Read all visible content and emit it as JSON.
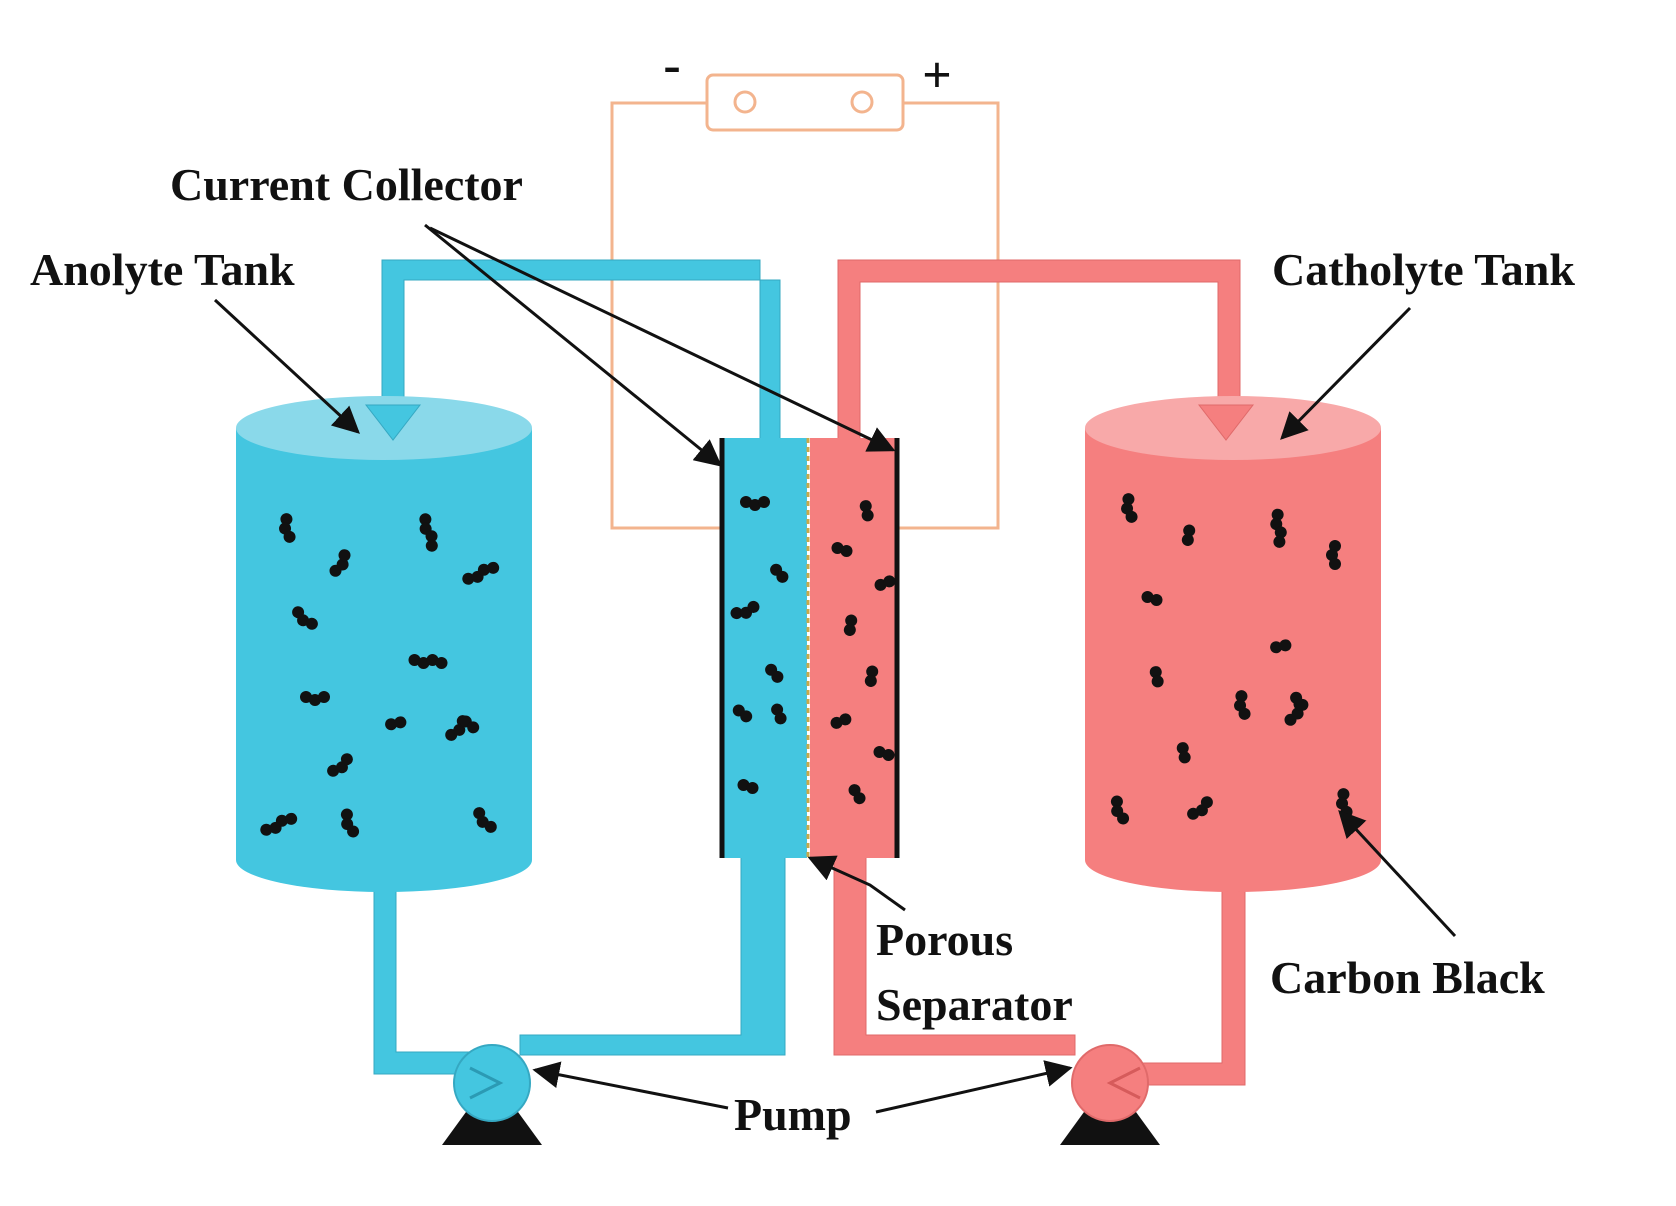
{
  "labels": {
    "current_collector": "Current Collector",
    "anolyte_tank": "Anolyte Tank",
    "catholyte_tank": "Catholyte Tank",
    "porous_line1": "Porous",
    "porous_line2": "Separator",
    "carbon_black": "Carbon Black",
    "pump": "Pump",
    "minus": "-",
    "plus": "+"
  },
  "colors": {
    "anolyte": "#44c6e0",
    "anolyte_top": "#8ad9ea",
    "catholyte": "#f57f7f",
    "catholyte_top": "#f8a9a9",
    "wire": "#f3b48e",
    "particle": "#111111",
    "separator": "#c8a94a"
  }
}
